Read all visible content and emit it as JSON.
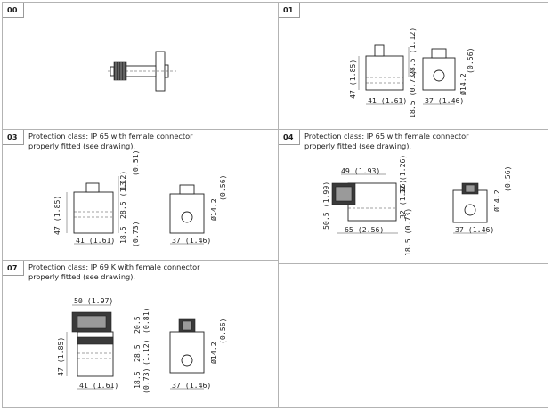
{
  "cells": {
    "c00": {
      "code": "00"
    },
    "c01": {
      "code": "01",
      "dims": {
        "h_overall": "47 (1.85)",
        "h_top": "28.5 (1.12)",
        "h_bottom": "18.5 (0.73)",
        "w_body": "41 (1.61)",
        "w_side": "37 (1.46)",
        "d_bore": "Ø14.2",
        "d_bore_in": "(0.56)"
      }
    },
    "c03": {
      "code": "03",
      "description": "Protection class: IP 65 with female connector\nproperly fitted (see drawing).",
      "dims": {
        "h_overall": "47 (1.85)",
        "h_conn": "13",
        "h_conn_in": "(0.51)",
        "h_top": "28.5 (1.12)",
        "h_bottom": "18.5",
        "h_bottom_in": "(0.73)",
        "w_body": "41 (1.61)",
        "w_side": "37 (1.46)",
        "d_bore": "Ø14.2",
        "d_bore_in": "(0.56)"
      }
    },
    "c04": {
      "code": "04",
      "description": "Protection class: IP 65 with female connector\nproperly fitted (see drawing).",
      "dims": {
        "w_top": "49 (1.93)",
        "h_conn": "32 (1.26)",
        "h_overall": "50.5 (1.99)",
        "h_top": "32 (1.26)",
        "h_bottom": "18.5 (0.73)",
        "w_body": "65 (2.56)",
        "w_side": "37 (1.46)",
        "d_bore": "Ø14.2",
        "d_bore_in": "(0.56)"
      }
    },
    "c07": {
      "code": "07",
      "description": "Protection class: IP 69 K with female connector\nproperly fitted (see drawing).",
      "dims": {
        "w_top": "50 (1.97)",
        "h_conn": "20.5",
        "h_conn_in": "(0.81)",
        "h_overall": "47 (1.85)",
        "h_top": "28.5",
        "h_top_in": "(1.12)",
        "h_bottom": "18.5",
        "h_bottom_in": "(0.73)",
        "w_body": "41 (1.61)",
        "w_side": "37 (1.46)",
        "d_bore": "Ø14.2",
        "d_bore_in": "(0.56)"
      }
    }
  }
}
